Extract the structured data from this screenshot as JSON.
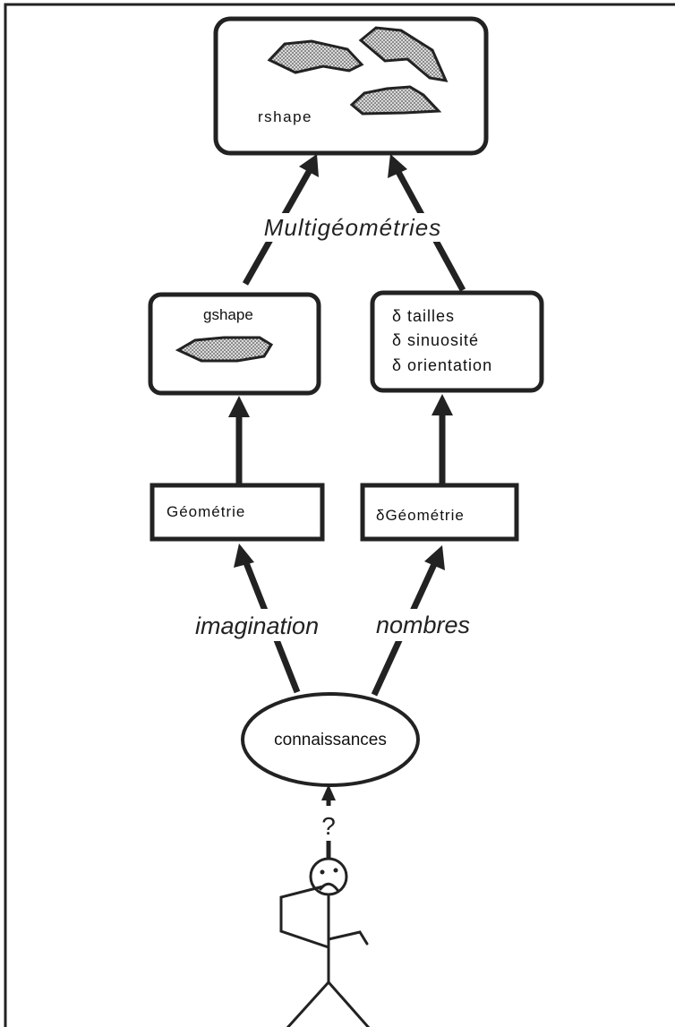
{
  "diagram": {
    "top_box": {
      "label": "rshape"
    },
    "multi_label": "Multigéométries",
    "gshape_box": {
      "label": "gshape"
    },
    "delta_box": {
      "line1": "δ tailles",
      "line2": "δ sinuosité",
      "line3": "δ orientation"
    },
    "geometrie_box": {
      "label": "Géométrie"
    },
    "dgeometrie_box": {
      "label": "δGéométrie"
    },
    "imagination_label": "imagination",
    "nombres_label": "nombres",
    "connaissances": {
      "label": "connaissances"
    },
    "question_mark": "?"
  },
  "colors": {
    "stroke": "#222222",
    "shape_fill": "#a9a9a9",
    "background": "#ffffff"
  }
}
